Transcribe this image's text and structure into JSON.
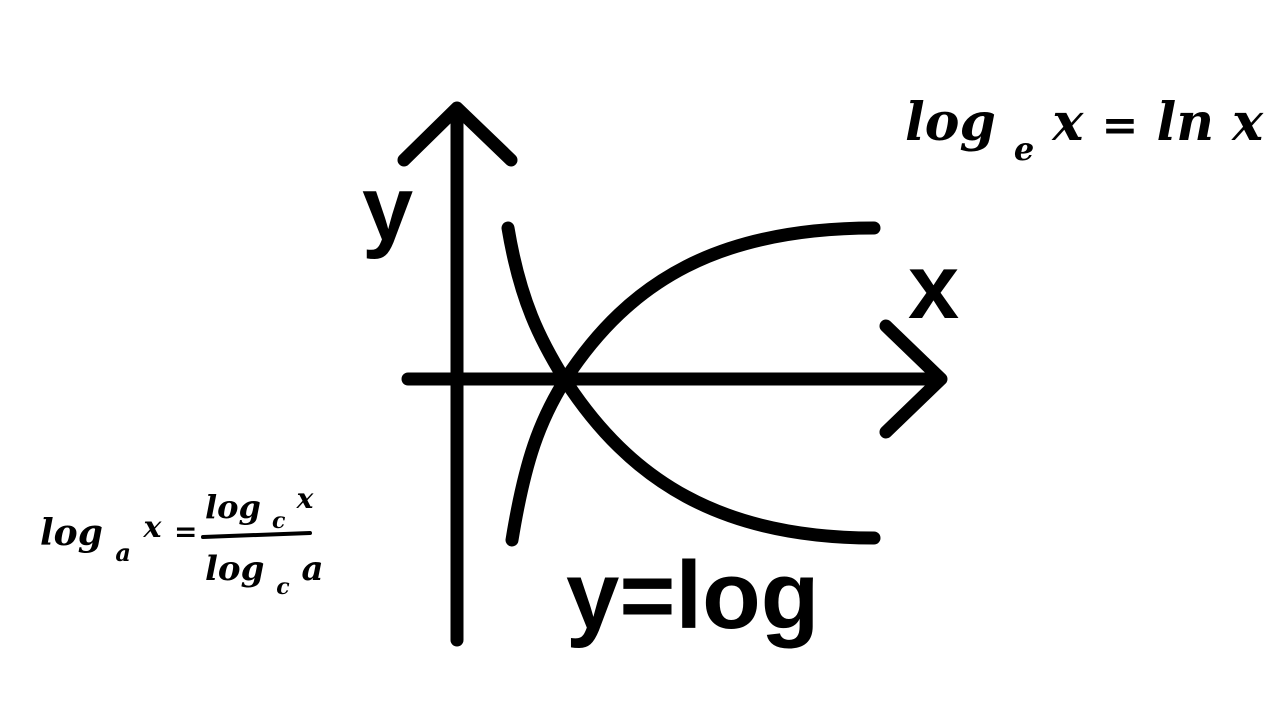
{
  "axes": {
    "y_label": "y",
    "x_label": "x"
  },
  "title": "y=log",
  "formula_natural": {
    "lhs_base": "log",
    "lhs_sub": "e",
    "lhs_arg": "x",
    "equals": "=",
    "rhs": "ln x"
  },
  "formula_change_of_base": {
    "lhs_base": "log",
    "lhs_sub": "a",
    "lhs_arg": "x",
    "equals": "=",
    "num_base": "log",
    "num_sub": "c",
    "num_arg": "x",
    "den_base": "log",
    "den_sub": "c",
    "den_arg": "a"
  },
  "colors": {
    "ink": "#000000",
    "background": "#ffffff"
  }
}
